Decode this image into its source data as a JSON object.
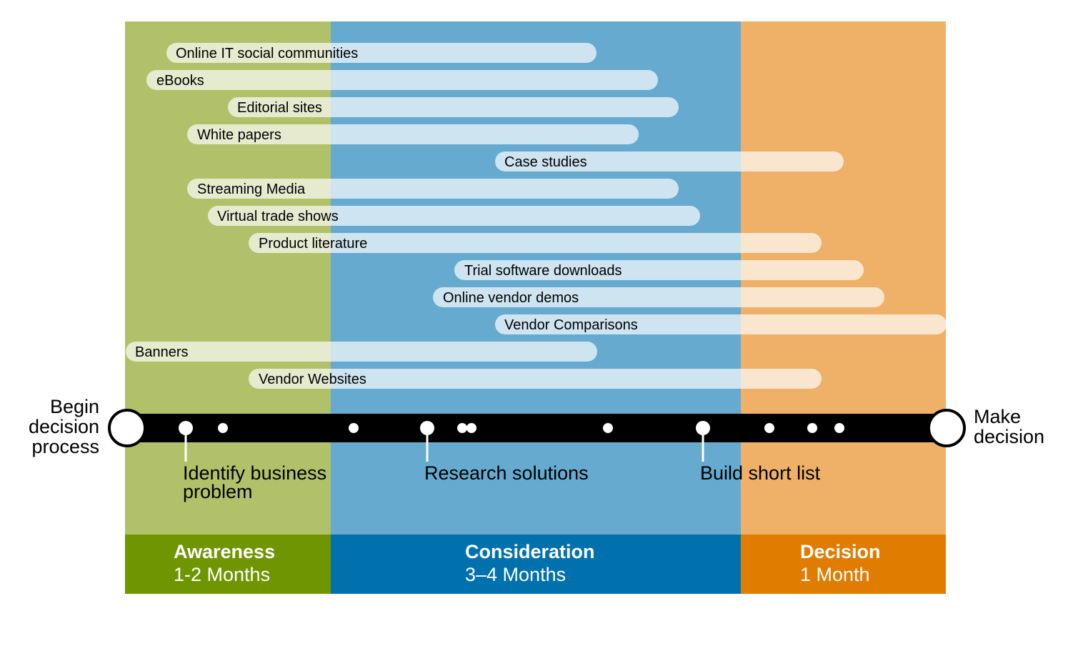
{
  "colors": {
    "awareness_light": "#b0c16a",
    "awareness_dark": "#6f9600",
    "consideration_light": "#66aacf",
    "consideration_dark": "#0071ad",
    "decision_light": "#efb068",
    "decision_dark": "#e07c00",
    "timeline": "#000000"
  },
  "phases": [
    {
      "name": "Awareness",
      "duration": "1-2 Months"
    },
    {
      "name": "Consideration",
      "duration": "3–4 Months"
    },
    {
      "name": "Decision",
      "duration": "1 Month"
    }
  ],
  "channels": [
    "Online IT social communities",
    "eBooks",
    "Editorial sites",
    "White papers",
    "Case studies",
    "Streaming Media",
    "Virtual trade shows",
    "Product literature",
    "Trial software downloads",
    "Online vendor demos",
    "Vendor Comparisons",
    "Banners",
    "Vendor Websites"
  ],
  "timeline": {
    "start_label": "Begin decision process",
    "end_label": "Make decision",
    "milestones": [
      {
        "label": "Identify business problem"
      },
      {
        "label": "Research solutions"
      },
      {
        "label": "Build short list"
      }
    ]
  }
}
